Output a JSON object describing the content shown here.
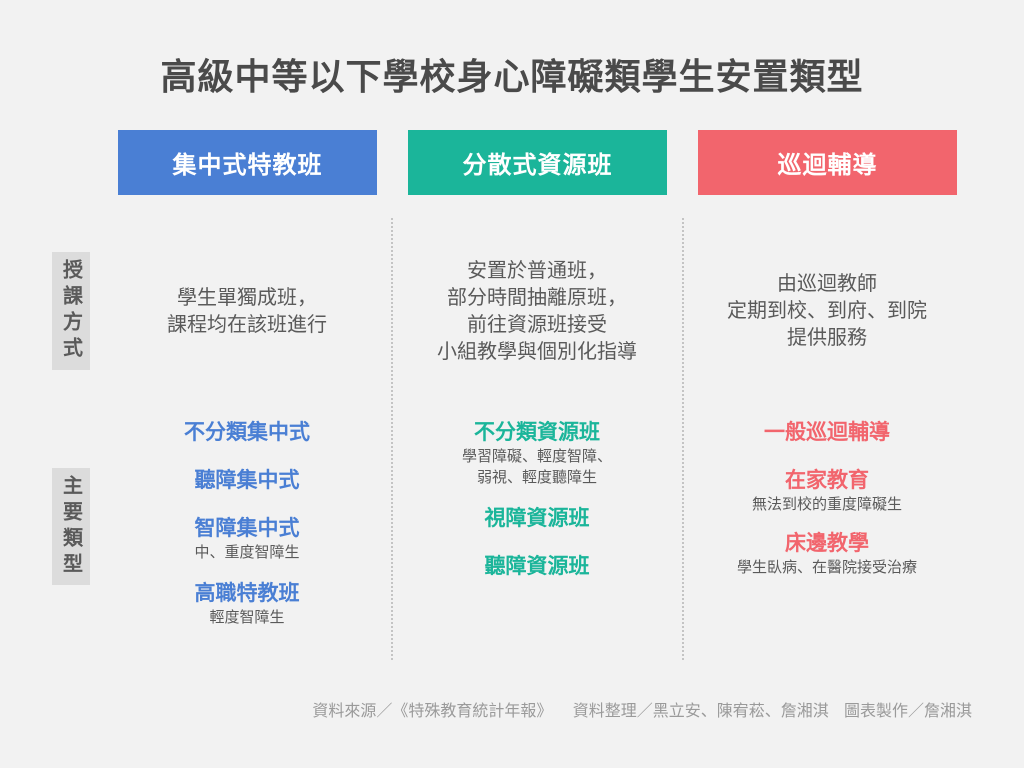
{
  "title": "高級中等以下學校身心障礙類學生安置類型",
  "colors": {
    "centralized": "#4a7fd4",
    "resource": "#1bb59a",
    "itinerant": "#f2656d"
  },
  "row_labels": {
    "teaching_method": "授課方式",
    "main_types": "主要類型"
  },
  "columns": [
    {
      "header": "集中式特教班",
      "description": [
        "學生單獨成班，",
        "課程均在該班進行"
      ],
      "types": [
        {
          "name": "不分類集中式",
          "note": ""
        },
        {
          "name": "聽障集中式",
          "note": ""
        },
        {
          "name": "智障集中式",
          "note": "中、重度智障生"
        },
        {
          "name": "高職特教班",
          "note": "輕度智障生"
        }
      ]
    },
    {
      "header": "分散式資源班",
      "description": [
        "安置於普通班，",
        "部分時間抽離原班，",
        "前往資源班接受",
        "小組教學與個別化指導"
      ],
      "types": [
        {
          "name": "不分類資源班",
          "note": "學習障礙、輕度智障、",
          "note2": "弱視、輕度聽障生"
        },
        {
          "name": "視障資源班",
          "note": ""
        },
        {
          "name": "聽障資源班",
          "note": ""
        }
      ]
    },
    {
      "header": "巡迴輔導",
      "description": [
        "由巡迴教師",
        "定期到校、到府、到院",
        "提供服務"
      ],
      "types": [
        {
          "name": "一般巡迴輔導",
          "note": ""
        },
        {
          "name": "在家教育",
          "note": "無法到校的重度障礙生"
        },
        {
          "name": "床邊教學",
          "note": "學生臥病、在醫院接受治療"
        }
      ]
    }
  ],
  "footer": {
    "source": "資料來源／《特殊教育統計年報》",
    "compiled": "資料整理／黑立安、陳宥菘、詹湘淇",
    "design": "圖表製作／詹湘淇"
  }
}
